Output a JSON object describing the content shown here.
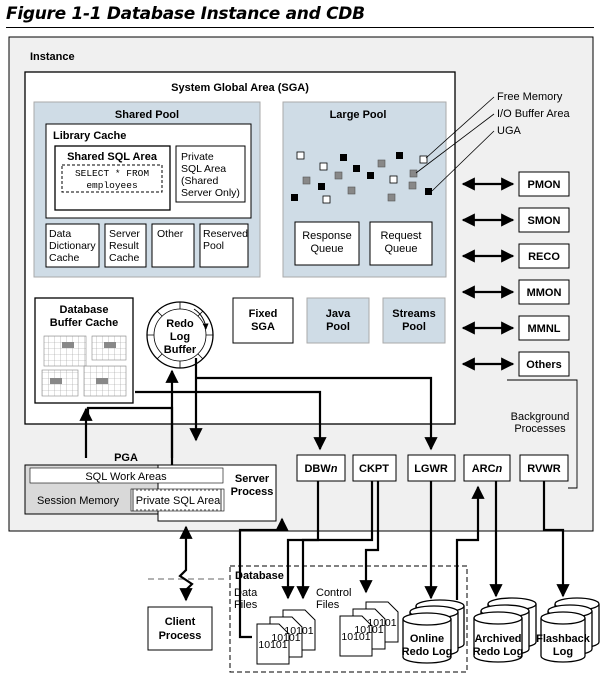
{
  "figure_title": "Figure 1-1 Database Instance and CDB",
  "labels": {
    "instance": "Instance",
    "sga": "System Global Area (SGA)",
    "shared_pool": "Shared Pool",
    "library_cache": "Library Cache",
    "shared_sql_area": "Shared SQL Area",
    "sql_line1": "SELECT * FROM",
    "sql_line2": "employees",
    "private_sql_1": "Private",
    "private_sql_2": "SQL Area",
    "private_sql_3": "(Shared",
    "private_sql_4": "Server Only)",
    "ddc_1": "Data",
    "ddc_2": "Dictionary",
    "ddc_3": "Cache",
    "src_1": "Server",
    "src_2": "Result",
    "src_3": "Cache",
    "other": "Other",
    "reserved_1": "Reserved",
    "reserved_2": "Pool",
    "large_pool": "Large Pool",
    "response_1": "Response",
    "response_2": "Queue",
    "request_1": "Request",
    "request_2": "Queue",
    "free_memory": "Free Memory",
    "io_buffer_area": "I/O Buffer Area",
    "uga": "UGA",
    "dbbc_1": "Database",
    "dbbc_2": "Buffer Cache",
    "redo_1": "Redo",
    "redo_2": "Log",
    "redo_3": "Buffer",
    "fixed_1": "Fixed",
    "fixed_2": "SGA",
    "java_1": "Java",
    "java_2": "Pool",
    "streams_1": "Streams",
    "streams_2": "Pool",
    "pga": "PGA",
    "sql_work_areas": "SQL Work Areas",
    "session_memory": "Session Memory",
    "private_sql_area": "Private SQL Area",
    "server_process_1": "Server",
    "server_process_2": "Process",
    "bg_1": "Background",
    "bg_2": "Processes",
    "client_1": "Client",
    "client_2": "Process",
    "database": "Database",
    "data_files_1": "Data",
    "data_files_2": "Files",
    "control_files_1": "Control",
    "control_files_2": "Files",
    "file_bits": "10101",
    "online_1": "Online",
    "online_2": "Redo Log",
    "archived_1": "Archived",
    "archived_2": "Redo Log",
    "flashback_1": "Flashback",
    "flashback_2": "Log"
  },
  "background_processes_right": [
    "PMON",
    "SMON",
    "RECO",
    "MMON",
    "MMNL",
    "Others"
  ],
  "background_processes_bottom": [
    {
      "name": "DBW",
      "suffix": "n"
    },
    {
      "name": "CKPT",
      "suffix": ""
    },
    {
      "name": "LGWR",
      "suffix": ""
    },
    {
      "name": "ARC",
      "suffix": "n"
    },
    {
      "name": "RVWR",
      "suffix": ""
    }
  ],
  "colors": {
    "pool_fill": "#cfdce6",
    "box_fill": "#ffffff",
    "grey_fill": "#d9d9d9",
    "line": "#000000"
  }
}
